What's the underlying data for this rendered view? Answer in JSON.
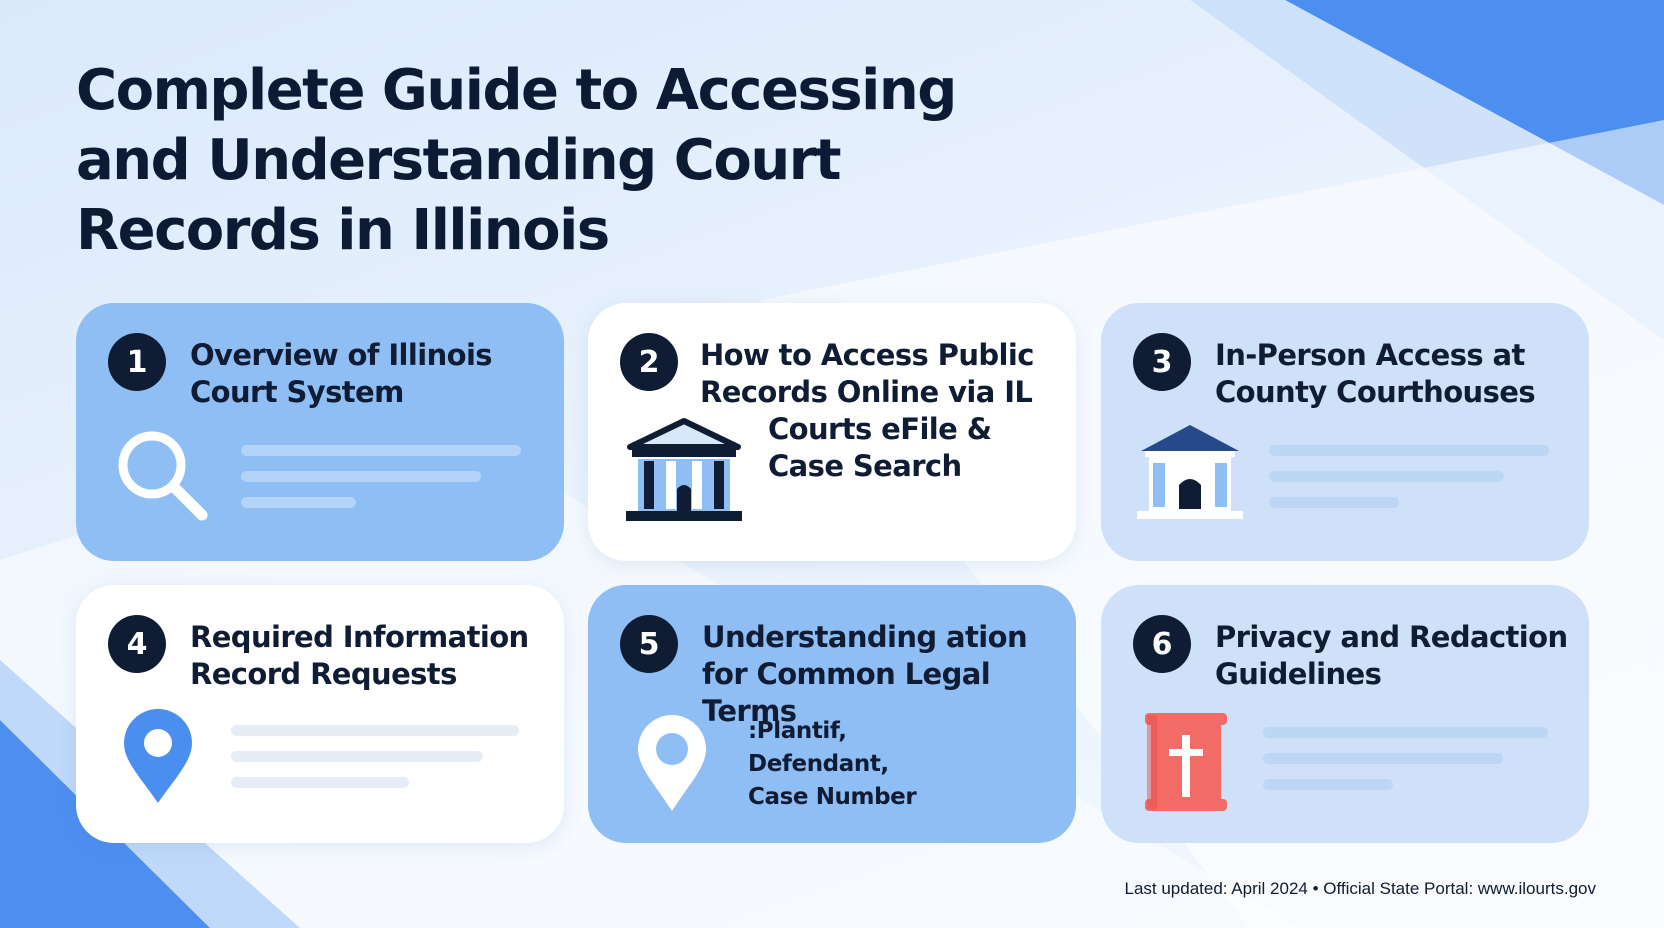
{
  "page": {
    "title": "Complete Guide to Accessing and Understanding Court Records in Illinois",
    "footer": "Last updated: April 2024 • Official State Portal: www.ilourts.gov"
  },
  "colors": {
    "navy": "#0f1c33",
    "card_blue": "#8fbef5",
    "card_pale": "#cfe1f9",
    "card_white": "#ffffff",
    "accent_blue": "#4a8ef0",
    "accent_red": "#f26b66"
  },
  "cards": [
    {
      "number": "1",
      "title": "Overview of Illinois Court System",
      "icon": "magnifying-glass-icon",
      "style": "blue"
    },
    {
      "number": "2",
      "title_line1": "How to Access Public",
      "title_line2": "Records Online via IL",
      "title_line3": "Courts eFile &",
      "title_line4": "Case Search",
      "icon": "courthouse-icon",
      "style": "white"
    },
    {
      "number": "3",
      "title": "In-Person Access at County Courthouses",
      "icon": "courthouse-icon",
      "style": "pale"
    },
    {
      "number": "4",
      "title": "Required Information Record Requests",
      "icon": "location-pin-icon",
      "style": "white"
    },
    {
      "number": "5",
      "title": "Understanding ation for Common Legal Terms",
      "icon": "location-pin-icon",
      "style": "blue",
      "terms": [
        ":Plantif,",
        "Defendant,",
        "Case Number"
      ]
    },
    {
      "number": "6",
      "title": "Privacy and Redaction Guidelines",
      "icon": "redaction-icon",
      "style": "pale"
    }
  ]
}
